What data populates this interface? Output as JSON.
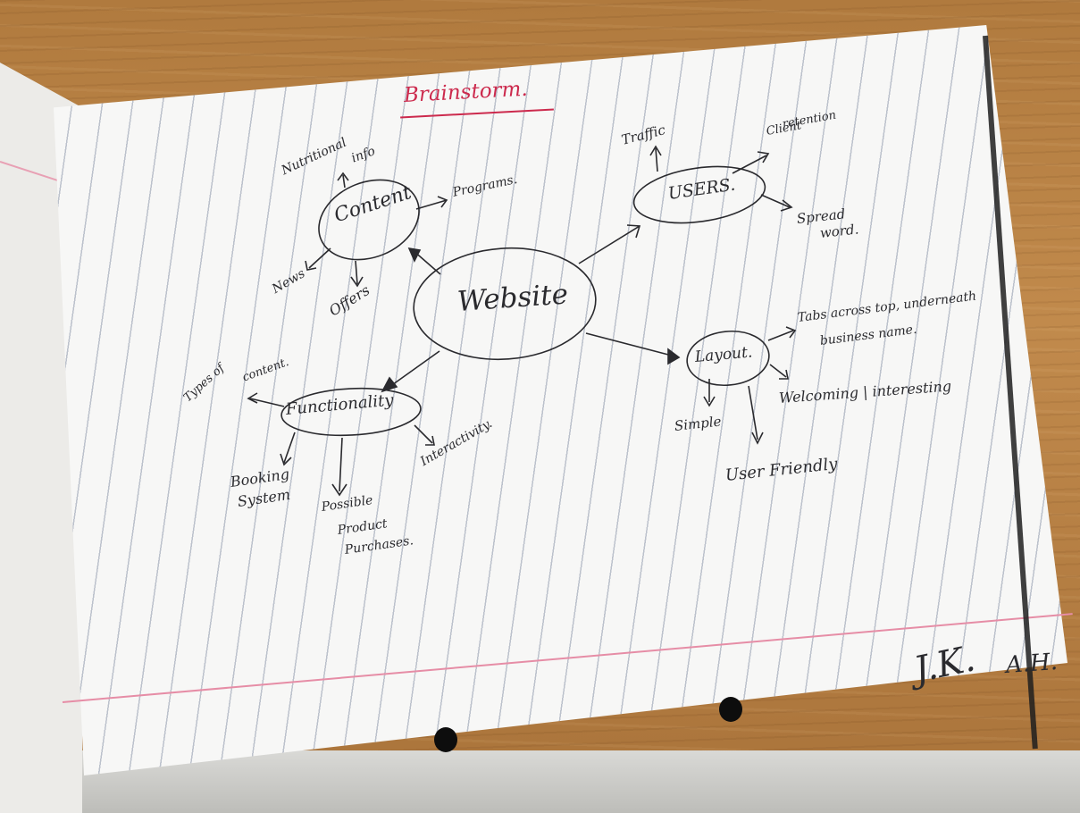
{
  "title": "Brainstorm.",
  "center": "Website",
  "content": {
    "hub": "Content",
    "nutritional": "Nutritional",
    "info": "info",
    "programs": "Programs.",
    "news": "News",
    "offers": "Offers"
  },
  "users": {
    "hub": "USERS.",
    "traffic": "Traffic",
    "client": "Client",
    "retention": "retention",
    "spread": "Spread",
    "word": "word."
  },
  "layout": {
    "hub": "Layout.",
    "tabs1": "Tabs across top, underneath",
    "tabs2": "business name.",
    "welcoming": "Welcoming | interesting",
    "simple": "Simple",
    "friendly": "User Friendly"
  },
  "functionality": {
    "hub": "Functionality",
    "types": "Types of",
    "content": "content.",
    "booking": "Booking",
    "system": "System",
    "possible": "Possible",
    "product": "Product",
    "purchases": "Purchases.",
    "interactivity": "Interactivity."
  },
  "initials": {
    "signature": "J.K.",
    "author": "A.H."
  },
  "colors": {
    "ink": "#2a2a2e",
    "title_ink": "#cc2a4d",
    "paper": "#f7f7f6",
    "desk": "#b07a3e"
  }
}
